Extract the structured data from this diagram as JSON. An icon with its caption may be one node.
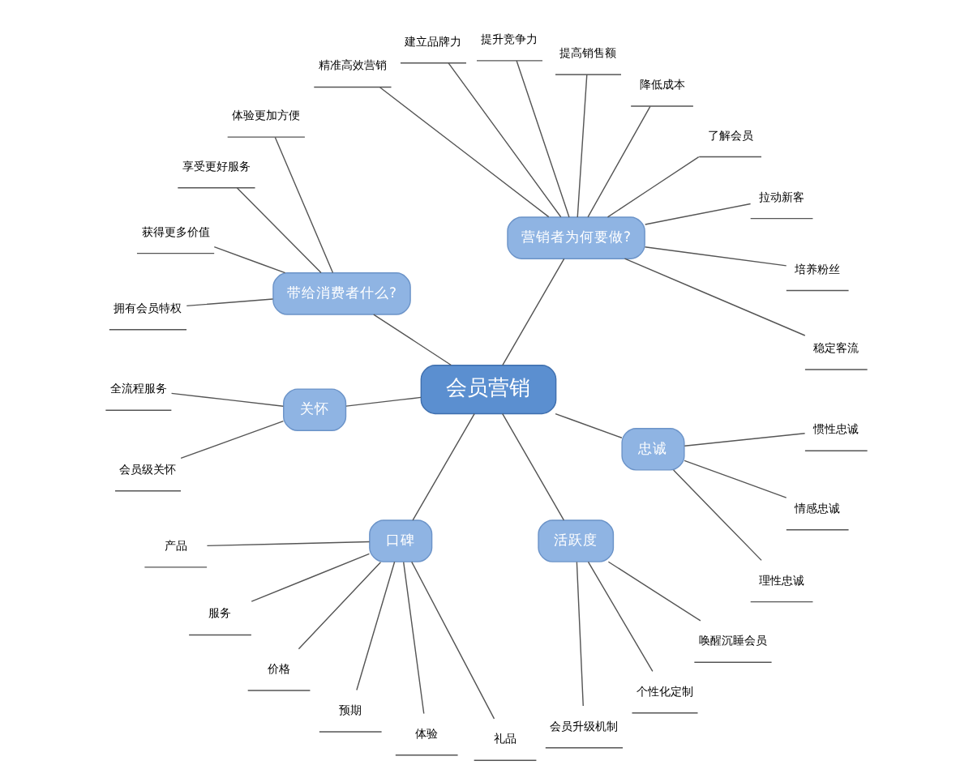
{
  "diagram": {
    "nodes": [
      {
        "text": [
          "会员营销"
        ]
      },
      {
        "text": [
          "营销者为何要做?"
        ]
      },
      {
        "text": [
          "带给消费者什么?"
        ]
      },
      {
        "text": [
          "关怀"
        ]
      },
      {
        "text": [
          "口碑"
        ]
      },
      {
        "text": [
          "活跃度"
        ]
      },
      {
        "text": [
          "忠诚"
        ]
      },
      {
        "text": [
          "稳定客流"
        ]
      },
      {
        "text": [
          "培养粉丝"
        ]
      },
      {
        "text": [
          "拉动新客"
        ]
      },
      {
        "text": [
          "了解会员"
        ]
      },
      {
        "text": [
          "降低成本"
        ]
      },
      {
        "text": [
          "提高销售额"
        ]
      },
      {
        "text": [
          "提升竞争力"
        ]
      },
      {
        "text": [
          "建立品牌力"
        ]
      },
      {
        "text": [
          "精准高效营销"
        ]
      },
      {
        "text": [
          "体验更加方便"
        ]
      },
      {
        "text": [
          "享受更好服务"
        ]
      },
      {
        "text": [
          "获得更多价值"
        ]
      },
      {
        "text": [
          "拥有会员特权"
        ]
      },
      {
        "text": [
          "全流程服务"
        ]
      },
      {
        "text": [
          "会员级关怀"
        ]
      },
      {
        "text": [
          "产品"
        ]
      },
      {
        "text": [
          "服务"
        ]
      },
      {
        "text": [
          "价格"
        ]
      },
      {
        "text": [
          "预期"
        ]
      },
      {
        "text": [
          "体验"
        ]
      },
      {
        "text": [
          "礼品"
        ]
      },
      {
        "text": [
          "会员升级机制"
        ]
      },
      {
        "text": [
          "个性化定制"
        ]
      },
      {
        "text": [
          "唤醒沉睡会员"
        ]
      },
      {
        "text": [
          "理性忠诚"
        ]
      },
      {
        "text": [
          "情感忠诚"
        ]
      },
      {
        "text": [
          "惯性忠诚"
        ]
      }
    ],
    "edges": [
      {
        "from": 0,
        "to": 1,
        "arrow": "none"
      },
      {
        "from": 0,
        "to": 2,
        "arrow": "none"
      },
      {
        "from": 0,
        "to": 3,
        "arrow": "none"
      },
      {
        "from": 0,
        "to": 4,
        "arrow": "none"
      },
      {
        "from": 0,
        "to": 5,
        "arrow": "none"
      },
      {
        "from": 0,
        "to": 6,
        "arrow": "none"
      },
      {
        "from": 1,
        "to": 7,
        "arrow": "none"
      },
      {
        "from": 1,
        "to": 8,
        "arrow": "none"
      },
      {
        "from": 1,
        "to": 9,
        "arrow": "none"
      },
      {
        "from": 1,
        "to": 10,
        "arrow": "none"
      },
      {
        "from": 1,
        "to": 11,
        "arrow": "none"
      },
      {
        "from": 1,
        "to": 12,
        "arrow": "none"
      },
      {
        "from": 1,
        "to": 13,
        "arrow": "none"
      },
      {
        "from": 1,
        "to": 14,
        "arrow": "none"
      },
      {
        "from": 1,
        "to": 15,
        "arrow": "none"
      },
      {
        "from": 2,
        "to": 16,
        "arrow": "none"
      },
      {
        "from": 2,
        "to": 17,
        "arrow": "none"
      },
      {
        "from": 2,
        "to": 18,
        "arrow": "none"
      },
      {
        "from": 2,
        "to": 19,
        "arrow": "none"
      },
      {
        "from": 3,
        "to": 20,
        "arrow": "none"
      },
      {
        "from": 3,
        "to": 21,
        "arrow": "none"
      },
      {
        "from": 4,
        "to": 22,
        "arrow": "none"
      },
      {
        "from": 4,
        "to": 23,
        "arrow": "none"
      },
      {
        "from": 4,
        "to": 24,
        "arrow": "none"
      },
      {
        "from": 4,
        "to": 25,
        "arrow": "none"
      },
      {
        "from": 4,
        "to": 26,
        "arrow": "none"
      },
      {
        "from": 4,
        "to": 27,
        "arrow": "none"
      },
      {
        "from": 5,
        "to": 28,
        "arrow": "none"
      },
      {
        "from": 5,
        "to": 29,
        "arrow": "none"
      },
      {
        "from": 5,
        "to": 30,
        "arrow": "none"
      },
      {
        "from": 6,
        "to": 31,
        "arrow": "none"
      },
      {
        "from": 6,
        "to": 32,
        "arrow": "none"
      },
      {
        "from": 6,
        "to": 33,
        "arrow": "none"
      }
    ]
  }
}
